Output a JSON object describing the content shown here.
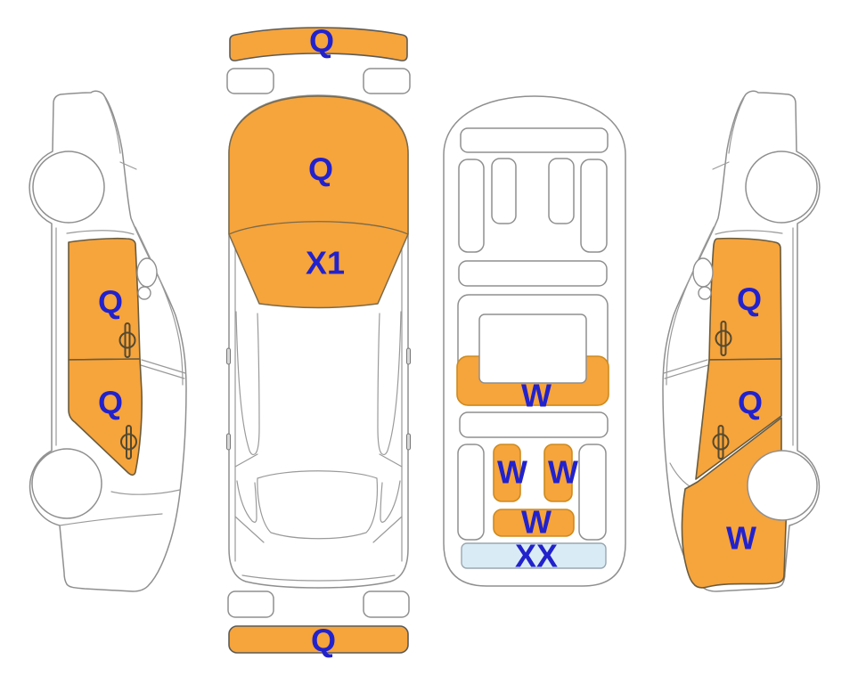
{
  "colors": {
    "highlight": "#F6A43C",
    "label_text": "#2222CC",
    "shelf_fill": "#D9ECF6",
    "body_outline": "#8F8F8F",
    "panel_stroke": "#6A5C3E"
  },
  "views": {
    "left_side": {
      "labels": {
        "front_door": "Q",
        "rear_door": "Q"
      }
    },
    "top": {
      "labels": {
        "front_bumper": "Q",
        "hood": "Q",
        "windshield": "X1",
        "rear_bumper": "Q"
      }
    },
    "interior": {
      "labels": {
        "rear_seat_back": "W",
        "left_seat": "W",
        "right_seat": "W",
        "rear_center": "W",
        "parcel_shelf": "XX"
      }
    },
    "right_side": {
      "labels": {
        "front_door": "Q",
        "rear_door": "Q",
        "rear_quarter": "W"
      }
    }
  }
}
